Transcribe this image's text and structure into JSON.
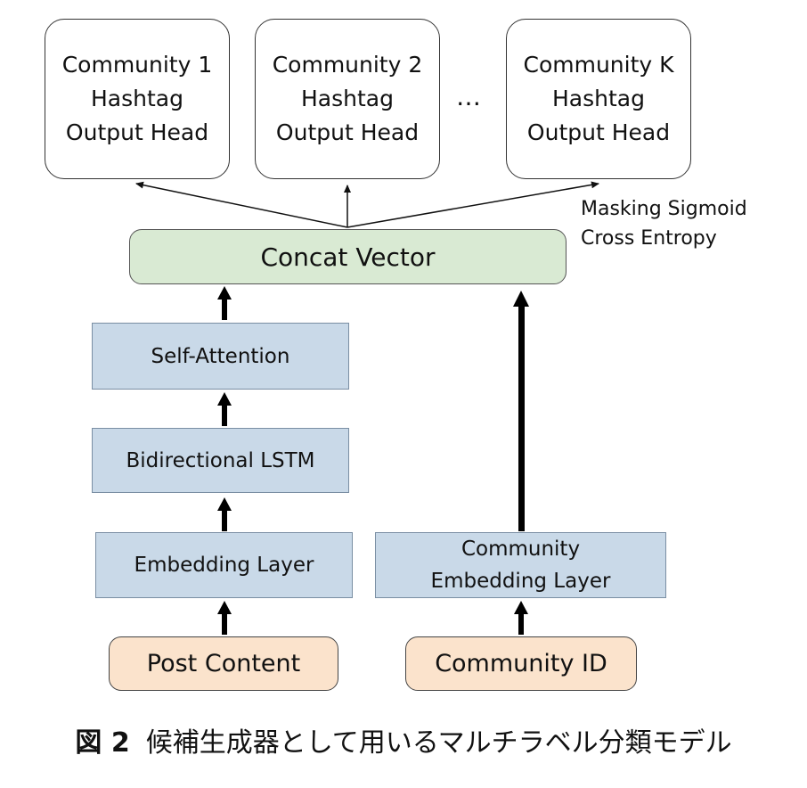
{
  "heads": [
    {
      "line1": "Community 1",
      "line2": "Hashtag",
      "line3": "Output Head"
    },
    {
      "line1": "Community 2",
      "line2": "Hashtag",
      "line3": "Output Head"
    },
    {
      "line1": "Community K",
      "line2": "Hashtag",
      "line3": "Output Head"
    }
  ],
  "ellipsis": "…",
  "loss_label": {
    "line1": "Masking Sigmoid",
    "line2": "Cross Entropy"
  },
  "concat": "Concat Vector",
  "self_attention": "Self-Attention",
  "bilstm": "Bidirectional LSTM",
  "embedding": "Embedding Layer",
  "community_embedding": {
    "line1": "Community",
    "line2": "Embedding Layer"
  },
  "post_content": "Post Content",
  "community_id": "Community ID",
  "caption": {
    "number": "図 2",
    "text": "候補生成器として用いるマルチラベル分類モデル"
  },
  "colors": {
    "concat": "#d9ead3",
    "layer": "#c9d9e8",
    "input": "#fbe3cc"
  }
}
